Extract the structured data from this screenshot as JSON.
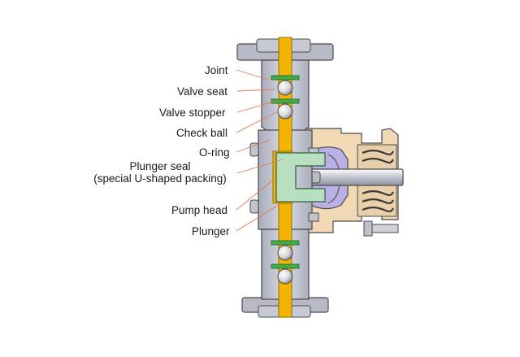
{
  "diagram": {
    "labels": {
      "joint": "Joint",
      "valve_seat": "Valve seat",
      "valve_stopper": "Valve stopper",
      "check_ball": "Check ball",
      "o_ring": "O-ring",
      "plunger_seal_line1": "Plunger seal",
      "plunger_seal_line2": "(special U-shaped packing)",
      "pump_head": "Pump head",
      "plunger": "Plunger"
    },
    "colors": {
      "housing": "#c9cbd6",
      "housing_dark": "#8e91a3",
      "fluid": "#f2b400",
      "seal": "#b8e0c0",
      "drive_tan": "#f1d9b5",
      "drive_purple": "#b9b0e6",
      "seat_green": "#3fae49",
      "leader": "#e07a4a"
    }
  }
}
